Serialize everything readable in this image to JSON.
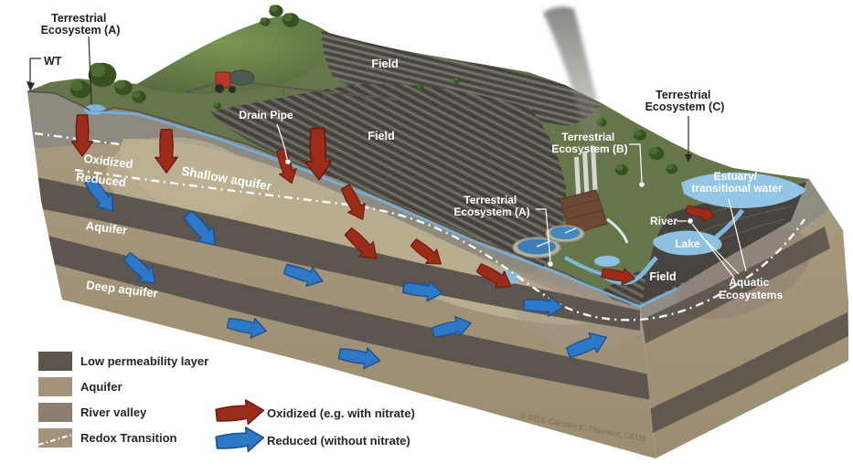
{
  "diagram": {
    "labels": {
      "wt": "WT",
      "terrestrial_a_top": {
        "line1": "Terrestrial",
        "line2": "Ecosystem (A)"
      },
      "drain_pipe": "Drain Pipe",
      "field_top": "Field",
      "field_mid": "Field",
      "field_bottom": "Field",
      "terrestrial_b": {
        "line1": "Terrestrial",
        "line2": "Ecosystem (B)"
      },
      "terrestrial_a_mid": {
        "line1": "Terrestrial",
        "line2": "Ecosystem (A)"
      },
      "terrestrial_c": {
        "line1": "Terrestrial",
        "line2": "Ecosystem (C)"
      },
      "estuary": {
        "line1": "Estuary/",
        "line2": "transitional water"
      },
      "river": "River",
      "lake": "Lake",
      "aquatic": {
        "line1": "Aquatic",
        "line2": "Ecosystems"
      },
      "oxidized": "Oxidized",
      "reduced": "Reduced",
      "shallow_aquifer": "Shallow aquifer",
      "aquifer": "Aquifer",
      "deep_aquifer": "Deep aquifer"
    },
    "credit": "© 2014, Carsten E. Thuesen, GEUS"
  },
  "legend": {
    "items": [
      {
        "id": "low-permeability",
        "label": "Low permeability layer",
        "color": "#5d564e"
      },
      {
        "id": "aquifer",
        "label": "Aquifer",
        "color": "#a2937a"
      },
      {
        "id": "river-valley",
        "label": "River valley",
        "color": "#8e7d72"
      },
      {
        "id": "redox-transition",
        "label": "Redox Transition",
        "color": "#a2937a"
      }
    ],
    "flow_arrows": [
      {
        "id": "oxidized-flow",
        "label": "Oxidized (e.g. with nitrate)",
        "color": "#9c2c1a"
      },
      {
        "id": "reduced-flow",
        "label": "Reduced (without nitrate)",
        "color": "#2e78c8"
      }
    ]
  },
  "colors": {
    "oxidized_arrow": "#9c2c1a",
    "reduced_arrow": "#2e78c8",
    "water": "#8fc2e2",
    "aquifer_tan": "#a2947a",
    "low_permeability": "#5d564e",
    "redox_line": "#ffffff"
  }
}
